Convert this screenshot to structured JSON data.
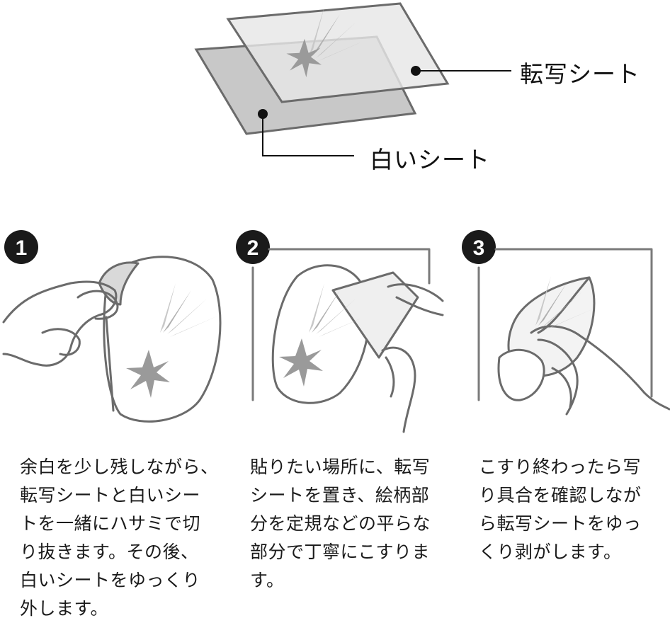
{
  "labels": {
    "transfer_sheet": "転写シート",
    "white_sheet": "白いシート"
  },
  "steps": [
    {
      "number": "1",
      "lines": [
        "余白を少し残しながら、",
        "転写シートと白いシー",
        "トを一緒にハサミで切",
        "り抜きます。その後、",
        "白いシートをゆっくり",
        "外します。"
      ]
    },
    {
      "number": "2",
      "lines": [
        "貼りたい場所に、転写",
        "シートを置き、絵柄部",
        "分を定規などの平らな",
        "部分で丁寧にこすりま",
        "す。"
      ]
    },
    {
      "number": "3",
      "lines": [
        "こすり終わったら写",
        "り具合を確認しなが",
        "ら転写シートをゆっ",
        "くり剥がします。"
      ]
    }
  ],
  "colors": {
    "outline": "#6b6b6b",
    "white_sheet": "#c8c8c8",
    "transfer_sheet": "#e4e4e4",
    "badge": "#1a1a1a"
  }
}
